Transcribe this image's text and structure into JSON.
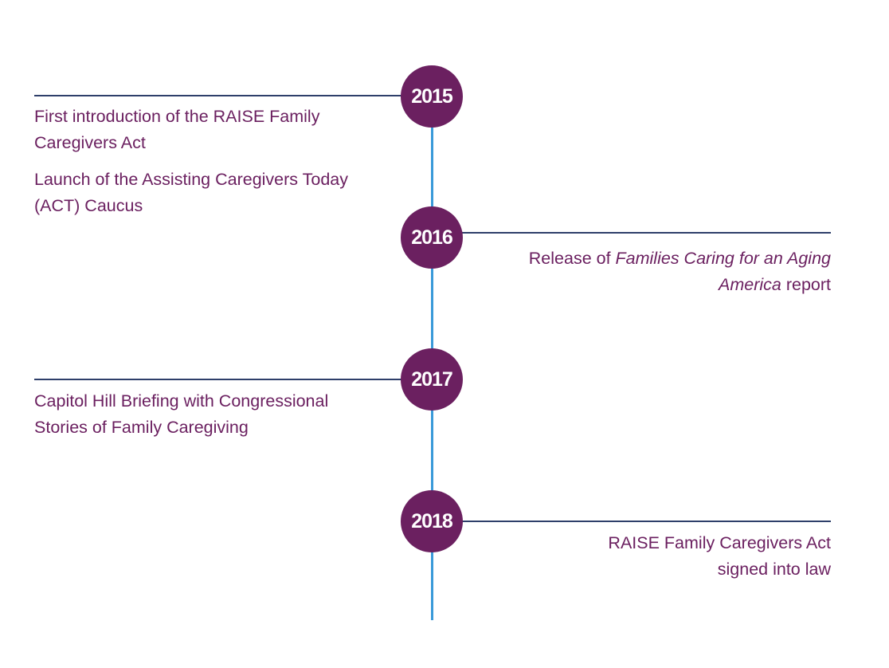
{
  "colors": {
    "circle": "#6b2060",
    "text": "#6b2060",
    "spine": "#3a9ad9",
    "connector": "#2e3f6a"
  },
  "timeline": [
    {
      "year": "2015",
      "side": "left",
      "events": [
        {
          "text": "First introduction of the RAISE Family Caregivers Act"
        },
        {
          "text": "Launch of the Assisting Caregivers Today (ACT) Caucus"
        }
      ]
    },
    {
      "year": "2016",
      "side": "right",
      "events": [
        {
          "prefix": "Release of ",
          "italic": "Families Caring for an Aging America",
          "suffix": " report"
        }
      ]
    },
    {
      "year": "2017",
      "side": "left",
      "events": [
        {
          "text": "Capitol Hill Briefing with Congressional Stories of Family Caregiving"
        }
      ]
    },
    {
      "year": "2018",
      "side": "right",
      "events": [
        {
          "text": "RAISE Family Caregivers Act signed into law"
        }
      ]
    }
  ]
}
